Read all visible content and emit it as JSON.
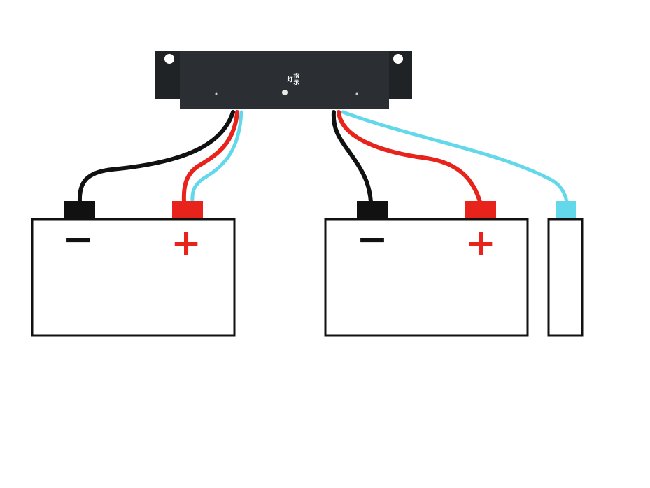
{
  "controller": {
    "indicator_label": "指示灯",
    "body_color": "#202326",
    "light_color": "#e8e8e8"
  },
  "batteries": [
    {
      "id": "battery-1",
      "negative_symbol": "−",
      "positive_symbol": "+"
    },
    {
      "id": "battery-2",
      "negative_symbol": "−",
      "positive_symbol": "+"
    },
    {
      "id": "battery-3"
    }
  ],
  "colors": {
    "negative_terminal": "#111111",
    "positive_terminal": "#e8231b",
    "signal_terminal": "#63d8ea",
    "negative_wire": "#111111",
    "positive_wire": "#e8231b",
    "signal_wire": "#63d8ea",
    "battery_outline": "#111111",
    "negative_symbol": "#111111",
    "positive_symbol": "#e8231b"
  }
}
